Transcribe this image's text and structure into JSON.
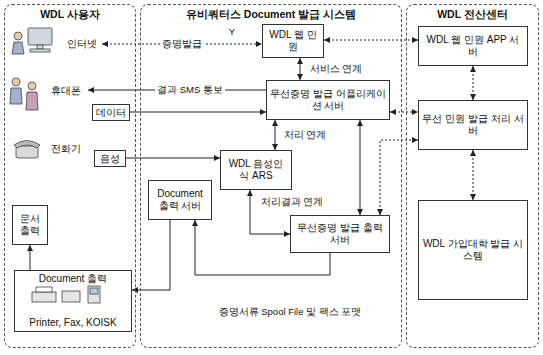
{
  "diagram": {
    "nodes": [
      {
        "text": [
          "WDL 사용자"
        ]
      },
      {
        "text": [
          "유비쿼터스 Document 발급 시스템"
        ]
      },
      {
        "text": [
          "WDL 전산센터"
        ]
      },
      {
        "text": [
          "인터넷"
        ],
        "in": 0
      },
      {
        "text": [
          "휴대폰"
        ],
        "in": 0
      },
      {
        "text": [
          "데이터"
        ],
        "in": 0
      },
      {
        "text": [
          "전화기"
        ],
        "in": 0
      },
      {
        "text": [
          "음성"
        ],
        "in": 0
      },
      {
        "text": [
          "문서 출력"
        ],
        "in": 0
      },
      {
        "text": [
          "Document 출력",
          "Printer, Fax, KOISK"
        ],
        "in": 0
      },
      {
        "text": [
          "WDL 웹 민원"
        ],
        "in": 1
      },
      {
        "text": [
          "무선증명 발급 어플리케이션 서버"
        ],
        "in": 1
      },
      {
        "text": [
          "WDL 음성인식 ARS"
        ],
        "in": 1
      },
      {
        "text": [
          "Document 출력 서버"
        ],
        "in": 1
      },
      {
        "text": [
          "무선증명 발급 출력 서버"
        ],
        "in": 1
      },
      {
        "text": [
          "WDL 웹 민원 APP 서버"
        ],
        "in": 2
      },
      {
        "text": [
          "무선 민원 발급 처리 서버"
        ],
        "in": 2
      },
      {
        "text": [
          "WDL 가입대학 발급 시스템"
        ],
        "in": 2
      }
    ],
    "edges": [
      {
        "from": 3,
        "to": 10,
        "arrow": "both",
        "label": "증명발급"
      },
      {
        "from": 10,
        "to": 15,
        "arrow": "both"
      },
      {
        "from": 10,
        "to": 11,
        "arrow": "both",
        "label": "서비스 연계"
      },
      {
        "from": 11,
        "to": 4,
        "arrow": "to",
        "label": "결과 SMS 통보"
      },
      {
        "from": 5,
        "to": 11,
        "arrow": "to"
      },
      {
        "from": 7,
        "to": 12,
        "arrow": "to"
      },
      {
        "from": 12,
        "to": 11,
        "arrow": "both",
        "label": "처리 연계"
      },
      {
        "from": 11,
        "to": 14,
        "arrow": "both"
      },
      {
        "from": 12,
        "to": 14,
        "arrow": "both",
        "label": "처리결과 연계"
      },
      {
        "from": 11,
        "to": 16,
        "arrow": "both"
      },
      {
        "from": 14,
        "to": 16,
        "arrow": "both"
      },
      {
        "from": 15,
        "to": 16,
        "arrow": "both"
      },
      {
        "from": 16,
        "to": 17,
        "arrow": "both"
      },
      {
        "from": 14,
        "to": 13,
        "arrow": "to"
      },
      {
        "from": 13,
        "to": 9,
        "arrow": "to"
      },
      {
        "from": 9,
        "to": 8,
        "arrow": "to"
      }
    ],
    "labels": [
      "Y",
      "증명서류 Spool File 및 팩스 포맷"
    ]
  }
}
